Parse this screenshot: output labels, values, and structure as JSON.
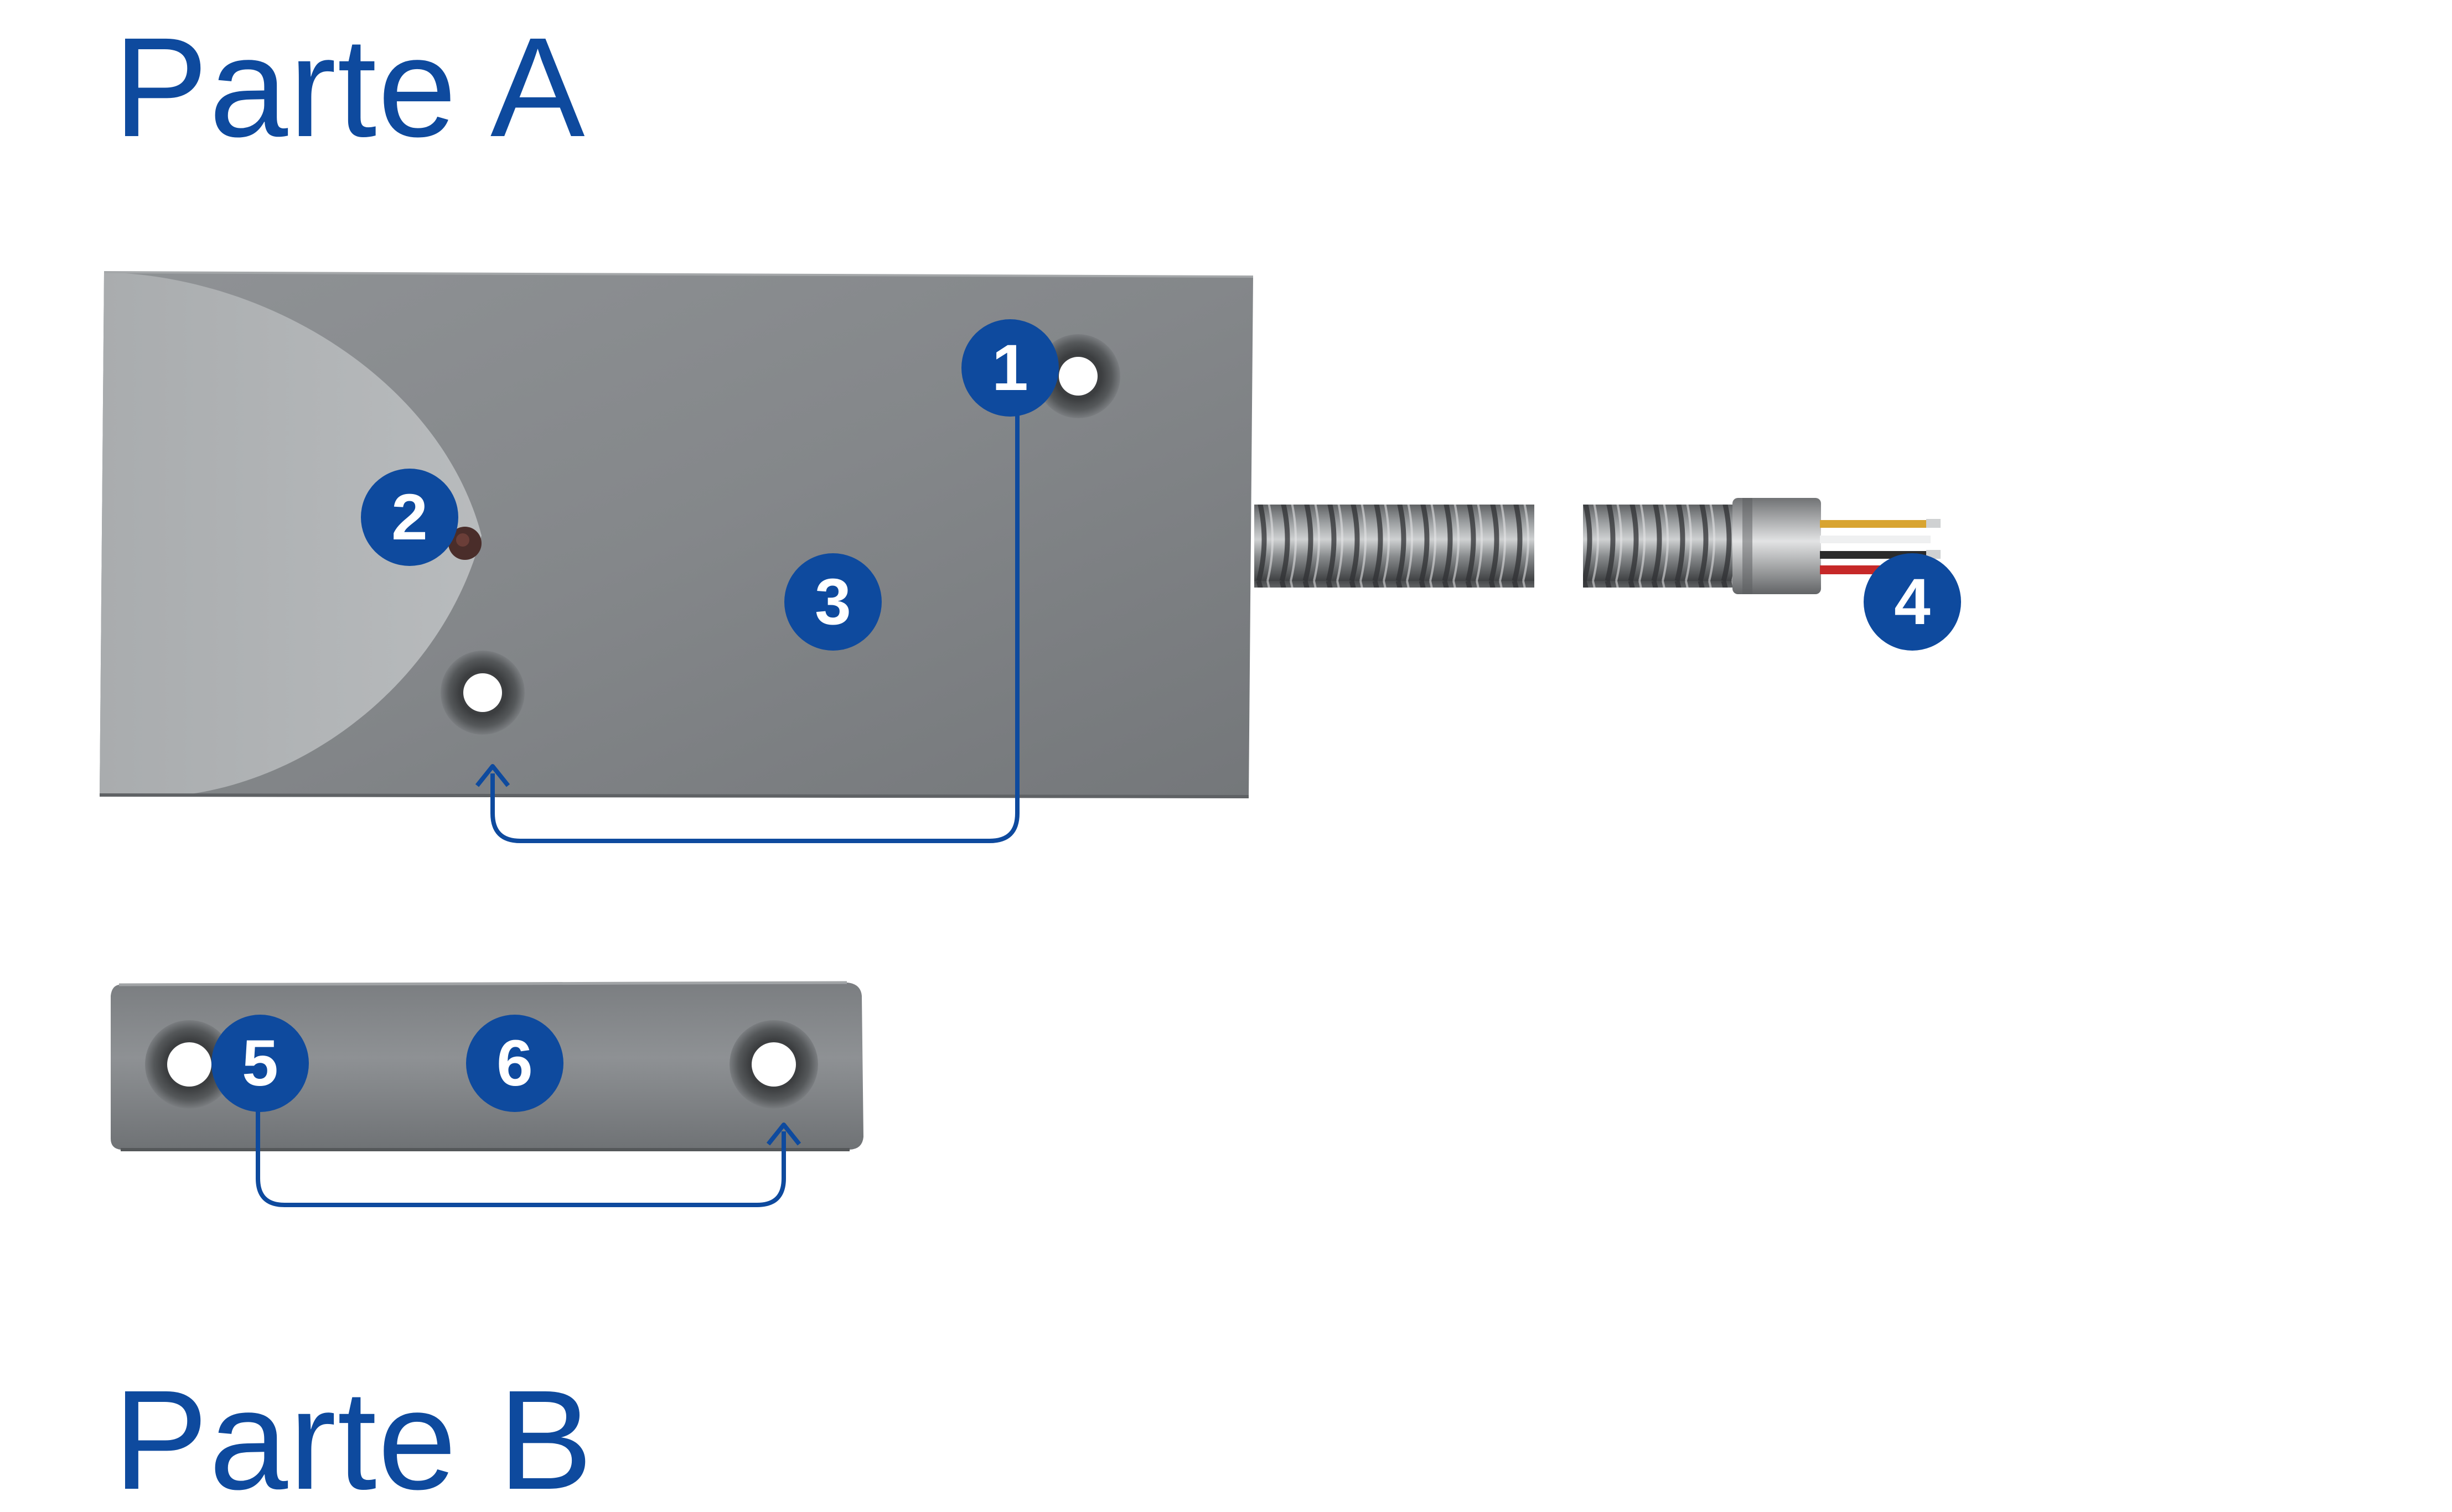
{
  "titles": {
    "part_a": "Parte A",
    "part_b": "Parte B"
  },
  "callouts": [
    "1",
    "2",
    "3",
    "4",
    "5",
    "6"
  ],
  "colors": {
    "accent_blue": "#0e4a9e",
    "body_gray": "#8a8d90",
    "body_dark": "#6e7175",
    "highlight_gray": "#b4b7b9",
    "wire_yellow": "#d8a431",
    "wire_red": "#c62828",
    "wire_black": "#2b2b2b"
  },
  "icons": {
    "sensor_body": "magnetic-contact-sensor-icon",
    "armored_cable": "armored-cable-icon",
    "magnet_bar": "magnet-actuator-icon",
    "mounting_hole": "screw-hole-icon",
    "led": "led-indicator-icon",
    "arrow": "connector-arrow-icon"
  }
}
